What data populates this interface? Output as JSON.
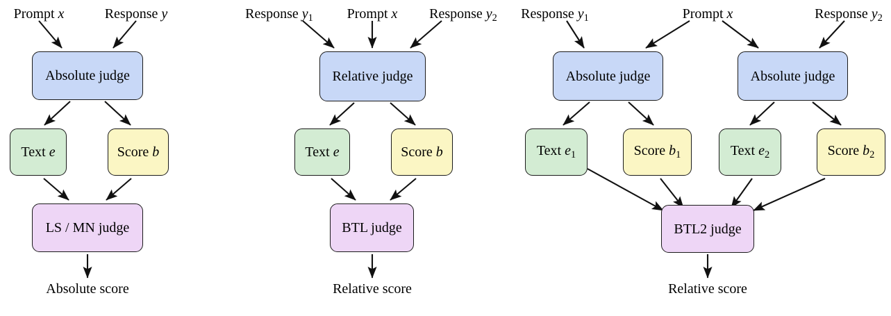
{
  "figure": {
    "title": "Judge architecture diagrams",
    "background_color": "#ffffff",
    "node_colors": {
      "judge_blue": "#c8d8f7",
      "text_green": "#d3ecd3",
      "score_yellow": "#fbf6c4",
      "aggregator_purple": "#eed6f6",
      "stroke": "#1a1a1a"
    }
  },
  "panels": [
    {
      "id": "panel-left",
      "inputs": [
        {
          "id": "prompt-x",
          "text": "Prompt ",
          "var": "x",
          "sub": ""
        },
        {
          "id": "response-y",
          "text": "Response ",
          "var": "y",
          "sub": ""
        }
      ],
      "nodes": [
        {
          "id": "absolute-judge",
          "label": "Absolute judge",
          "color": "blue"
        },
        {
          "id": "text-e",
          "label": "Text ",
          "var": "e",
          "sub": "",
          "color": "green"
        },
        {
          "id": "score-b",
          "label": "Score ",
          "var": "b",
          "sub": "",
          "color": "yellow"
        },
        {
          "id": "ls-mn-judge",
          "label": "LS / MN judge",
          "color": "purple"
        }
      ],
      "output": {
        "id": "absolute-score",
        "text": "Absolute score"
      }
    },
    {
      "id": "panel-middle",
      "inputs": [
        {
          "id": "response-y1",
          "text": "Response ",
          "var": "y",
          "sub": "1"
        },
        {
          "id": "prompt-x",
          "text": "Prompt ",
          "var": "x",
          "sub": ""
        },
        {
          "id": "response-y2",
          "text": "Response ",
          "var": "y",
          "sub": "2"
        }
      ],
      "nodes": [
        {
          "id": "relative-judge",
          "label": "Relative judge",
          "color": "blue"
        },
        {
          "id": "text-e",
          "label": "Text ",
          "var": "e",
          "sub": "",
          "color": "green"
        },
        {
          "id": "score-b",
          "label": "Score ",
          "var": "b",
          "sub": "",
          "color": "yellow"
        },
        {
          "id": "btl-judge",
          "label": "BTL judge",
          "color": "purple"
        }
      ],
      "output": {
        "id": "relative-score",
        "text": "Relative score"
      }
    },
    {
      "id": "panel-right",
      "inputs": [
        {
          "id": "response-y1",
          "text": "Response ",
          "var": "y",
          "sub": "1"
        },
        {
          "id": "prompt-x",
          "text": "Prompt ",
          "var": "x",
          "sub": ""
        },
        {
          "id": "response-y2",
          "text": "Response ",
          "var": "y",
          "sub": "2"
        }
      ],
      "nodes": [
        {
          "id": "absolute-judge-1",
          "label": "Absolute judge",
          "color": "blue"
        },
        {
          "id": "absolute-judge-2",
          "label": "Absolute judge",
          "color": "blue"
        },
        {
          "id": "text-e1",
          "label": "Text ",
          "var": "e",
          "sub": "1",
          "color": "green"
        },
        {
          "id": "score-b1",
          "label": "Score ",
          "var": "b",
          "sub": "1",
          "color": "yellow"
        },
        {
          "id": "text-e2",
          "label": "Text ",
          "var": "e",
          "sub": "2",
          "color": "green"
        },
        {
          "id": "score-b2",
          "label": "Score ",
          "var": "b",
          "sub": "2",
          "color": "yellow"
        },
        {
          "id": "btl2-judge",
          "label": "BTL2 judge",
          "color": "purple"
        }
      ],
      "output": {
        "id": "relative-score",
        "text": "Relative score"
      }
    }
  ],
  "labels": {
    "p1_prompt_x": "Prompt",
    "p1_response_y": "Response",
    "p1_absolute_judge": "Absolute judge",
    "p1_text": "Text",
    "p1_score": "Score",
    "p1_ls_mn_judge": "LS / MN judge",
    "p1_output": "Absolute score",
    "p2_response_y1": "Response",
    "p2_prompt_x": "Prompt",
    "p2_response_y2": "Response",
    "p2_relative_judge": "Relative judge",
    "p2_text": "Text",
    "p2_score": "Score",
    "p2_btl_judge": "BTL judge",
    "p2_output": "Relative score",
    "p3_response_y1": "Response",
    "p3_prompt_x": "Prompt",
    "p3_response_y2": "Response",
    "p3_absolute_judge_1": "Absolute judge",
    "p3_absolute_judge_2": "Absolute judge",
    "p3_text_1": "Text",
    "p3_score_1": "Score",
    "p3_text_2": "Text",
    "p3_score_2": "Score",
    "p3_btl2_judge": "BTL2 judge",
    "p3_output": "Relative score"
  },
  "vars": {
    "x": "x",
    "y": "y",
    "e": "e",
    "b": "b",
    "one": "1",
    "two": "2"
  }
}
